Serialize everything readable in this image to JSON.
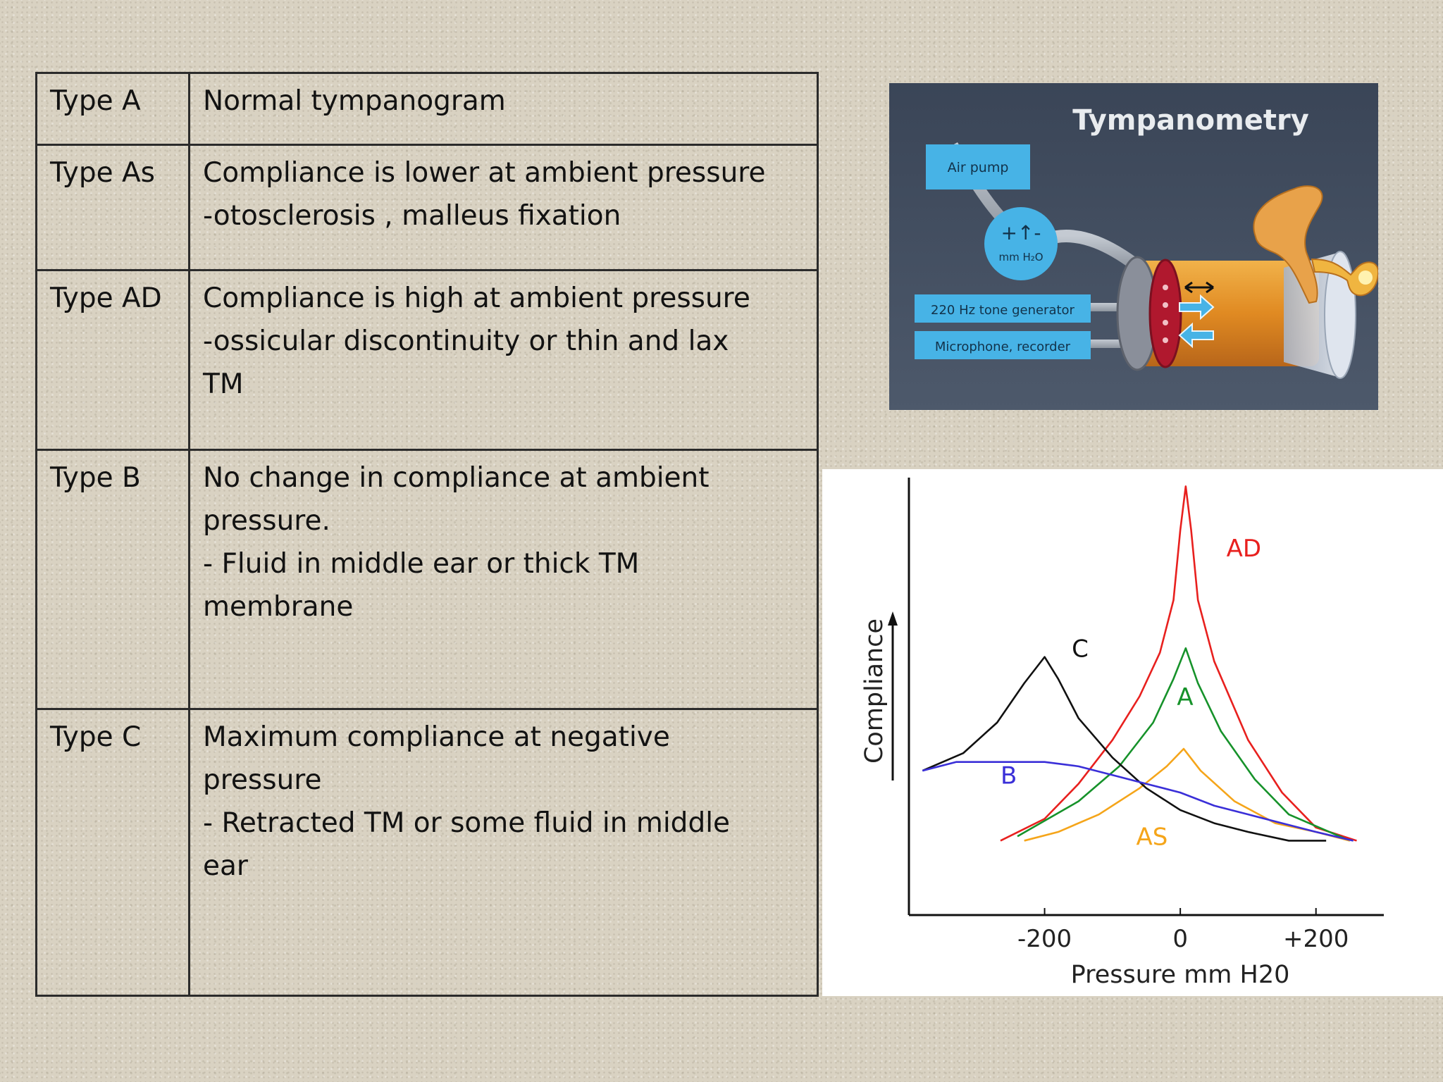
{
  "table": {
    "rows": [
      {
        "type": "Type A",
        "desc": [
          "Normal tympanogram"
        ]
      },
      {
        "type": "Type As",
        "desc": [
          "Compliance is lower at ambient pressure",
          "-otosclerosis , malleus fixation"
        ]
      },
      {
        "type": "Type AD",
        "desc": [
          "Compliance is high at ambient pressure",
          "-ossicular discontinuity or thin and lax",
          "TM"
        ]
      },
      {
        "type": "Type B",
        "desc": [
          "No change in compliance at ambient",
          "pressure.",
          "- Fluid in middle ear or thick TM",
          "membrane"
        ]
      },
      {
        "type": "Type C",
        "desc": [
          "Maximum compliance at negative",
          "pressure",
          "- Retracted TM or some fluid in middle",
          "ear"
        ]
      }
    ]
  },
  "tympanometry": {
    "title": "Tympanometry",
    "air_pump": "Air pump",
    "pressure_symbol": "+↑-",
    "pressure_unit": "mm H₂O",
    "tone_generator": "220 Hz tone generator",
    "microphone": "Microphone, recorder",
    "colors": {
      "background": "#3b4658",
      "label_box": "#45b1e4",
      "body": "#e6a03a",
      "ear": "#e8a24a"
    }
  },
  "chart_data": {
    "type": "line",
    "xlabel": "Pressure mm H20",
    "ylabel": "Compliance",
    "x_ticks": [
      "-200",
      "0",
      "+200"
    ],
    "xlim": [
      -400,
      300
    ],
    "ylim": [
      0,
      1
    ],
    "series": [
      {
        "name": "AD",
        "color": "#e8201e",
        "points": [
          [
            -265,
            0.17
          ],
          [
            -200,
            0.22
          ],
          [
            -150,
            0.3
          ],
          [
            -100,
            0.4
          ],
          [
            -60,
            0.5
          ],
          [
            -30,
            0.6
          ],
          [
            -10,
            0.72
          ],
          [
            0,
            0.88
          ],
          [
            8,
            0.98
          ],
          [
            16,
            0.88
          ],
          [
            26,
            0.72
          ],
          [
            50,
            0.58
          ],
          [
            100,
            0.4
          ],
          [
            150,
            0.28
          ],
          [
            200,
            0.2
          ],
          [
            260,
            0.17
          ]
        ]
      },
      {
        "name": "A",
        "color": "#16922a",
        "points": [
          [
            -240,
            0.18
          ],
          [
            -150,
            0.26
          ],
          [
            -90,
            0.34
          ],
          [
            -40,
            0.44
          ],
          [
            -10,
            0.54
          ],
          [
            8,
            0.61
          ],
          [
            26,
            0.53
          ],
          [
            60,
            0.42
          ],
          [
            110,
            0.31
          ],
          [
            160,
            0.23
          ],
          [
            220,
            0.19
          ],
          [
            250,
            0.17
          ]
        ]
      },
      {
        "name": "As",
        "color": "#f5a51a",
        "points": [
          [
            -230,
            0.17
          ],
          [
            -180,
            0.19
          ],
          [
            -120,
            0.23
          ],
          [
            -60,
            0.29
          ],
          [
            -20,
            0.34
          ],
          [
            5,
            0.38
          ],
          [
            30,
            0.33
          ],
          [
            80,
            0.26
          ],
          [
            140,
            0.21
          ],
          [
            200,
            0.19
          ],
          [
            250,
            0.17
          ]
        ]
      },
      {
        "name": "C",
        "color": "#111111",
        "points": [
          [
            -380,
            0.33
          ],
          [
            -320,
            0.37
          ],
          [
            -270,
            0.44
          ],
          [
            -230,
            0.53
          ],
          [
            -200,
            0.59
          ],
          [
            -180,
            0.54
          ],
          [
            -150,
            0.45
          ],
          [
            -100,
            0.36
          ],
          [
            -50,
            0.29
          ],
          [
            0,
            0.24
          ],
          [
            50,
            0.21
          ],
          [
            100,
            0.19
          ],
          [
            160,
            0.17
          ],
          [
            215,
            0.17
          ]
        ]
      },
      {
        "name": "B",
        "color": "#3a2fd8",
        "points": [
          [
            -380,
            0.33
          ],
          [
            -330,
            0.35
          ],
          [
            -250,
            0.35
          ],
          [
            -200,
            0.35
          ],
          [
            -150,
            0.34
          ],
          [
            -100,
            0.32
          ],
          [
            -50,
            0.3
          ],
          [
            0,
            0.28
          ],
          [
            50,
            0.25
          ],
          [
            100,
            0.23
          ],
          [
            150,
            0.21
          ],
          [
            200,
            0.19
          ],
          [
            255,
            0.17
          ]
        ]
      }
    ],
    "curve_labels": [
      {
        "text": "AD",
        "color": "#e8201e",
        "x": 68,
        "y": 0.82
      },
      {
        "text": "C",
        "color": "#111111",
        "x": -160,
        "y": 0.59
      },
      {
        "text": "A",
        "color": "#16922a",
        "x": -5,
        "y": 0.48
      },
      {
        "text": "B",
        "color": "#3a2fd8",
        "x": -265,
        "y": 0.3
      },
      {
        "text": "AS",
        "color": "#f5a51a",
        "x": -65,
        "y": 0.16
      }
    ],
    "grid": false,
    "legend": "none"
  }
}
